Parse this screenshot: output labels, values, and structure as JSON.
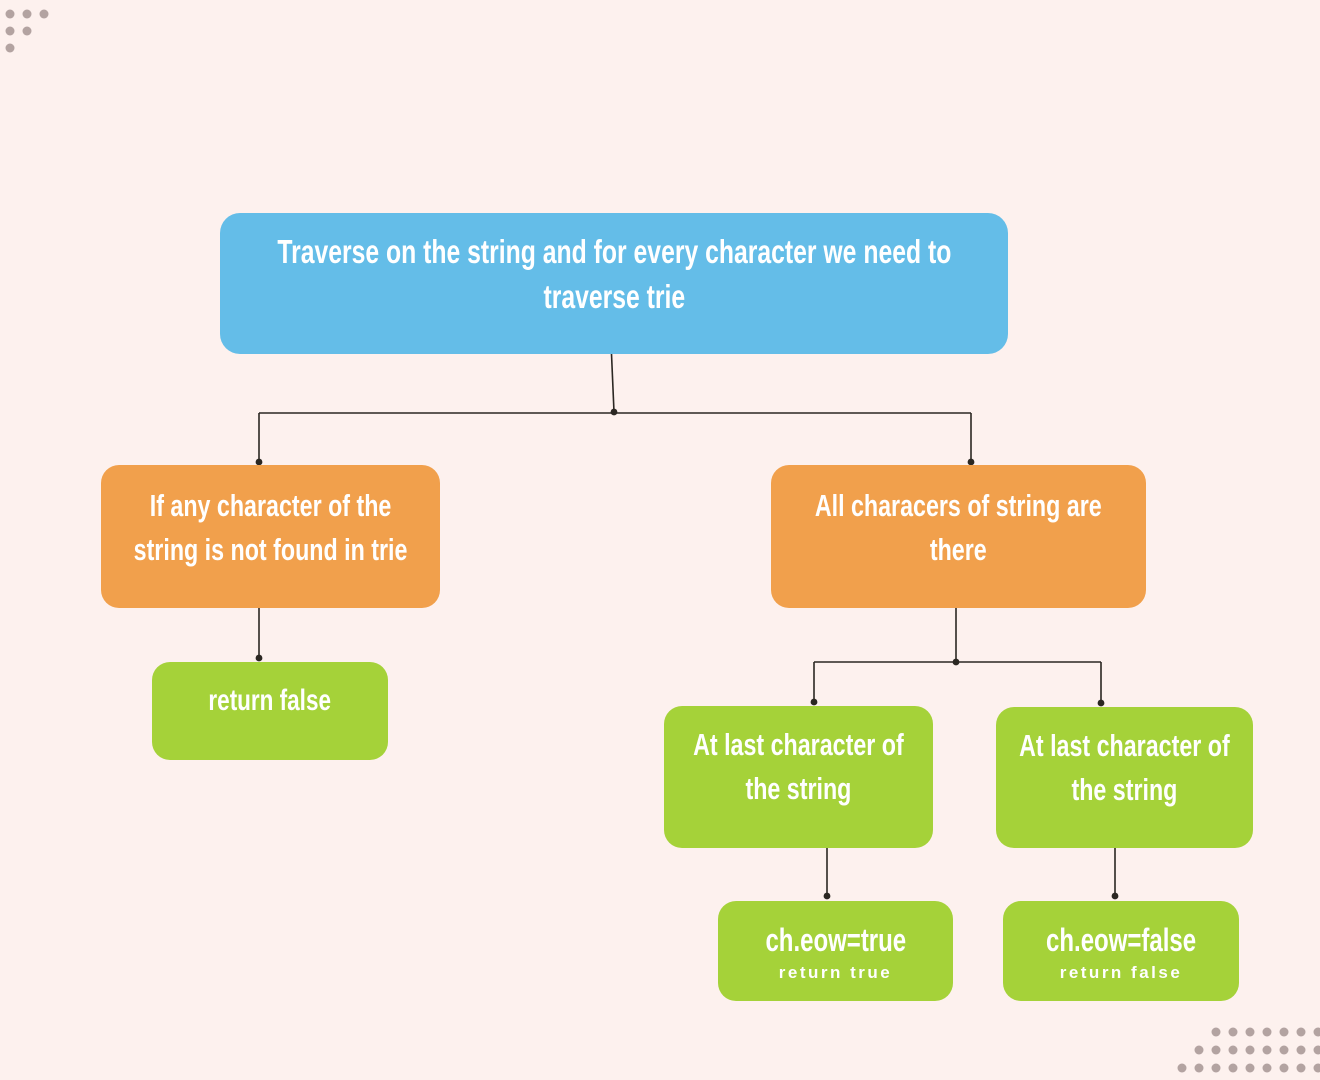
{
  "colors": {
    "background": "#fdf1ee",
    "node_root": "#64bde8",
    "node_branch": "#f1a04c",
    "node_leaf": "#a5d239",
    "connector": "#2b2722",
    "corner_dots": "#b3a3a1",
    "text": "#ffffff"
  },
  "nodes": {
    "root": {
      "lines": [
        "Traverse on the string and for every character we need to",
        "traverse trie"
      ]
    },
    "char_not_found": {
      "lines": [
        "If any character of the",
        "string is not found in trie"
      ]
    },
    "all_chars_there": {
      "lines": [
        "All characers of string are",
        "there"
      ]
    },
    "return_false": {
      "lines": [
        "return false"
      ]
    },
    "at_last_left": {
      "lines": [
        "At last character of",
        "the string"
      ]
    },
    "at_last_right": {
      "lines": [
        "At last character of",
        "the string"
      ]
    },
    "eow_true": {
      "label": "ch.eow=true",
      "sublabel": "return true"
    },
    "eow_false": {
      "label": "ch.eow=false",
      "sublabel": "return false"
    }
  },
  "edges": [
    {
      "from": "root",
      "to": "char_not_found"
    },
    {
      "from": "root",
      "to": "all_chars_there"
    },
    {
      "from": "char_not_found",
      "to": "return_false"
    },
    {
      "from": "all_chars_there",
      "to": "at_last_left"
    },
    {
      "from": "all_chars_there",
      "to": "at_last_right"
    },
    {
      "from": "at_last_left",
      "to": "eow_true"
    },
    {
      "from": "at_last_right",
      "to": "eow_false"
    }
  ]
}
